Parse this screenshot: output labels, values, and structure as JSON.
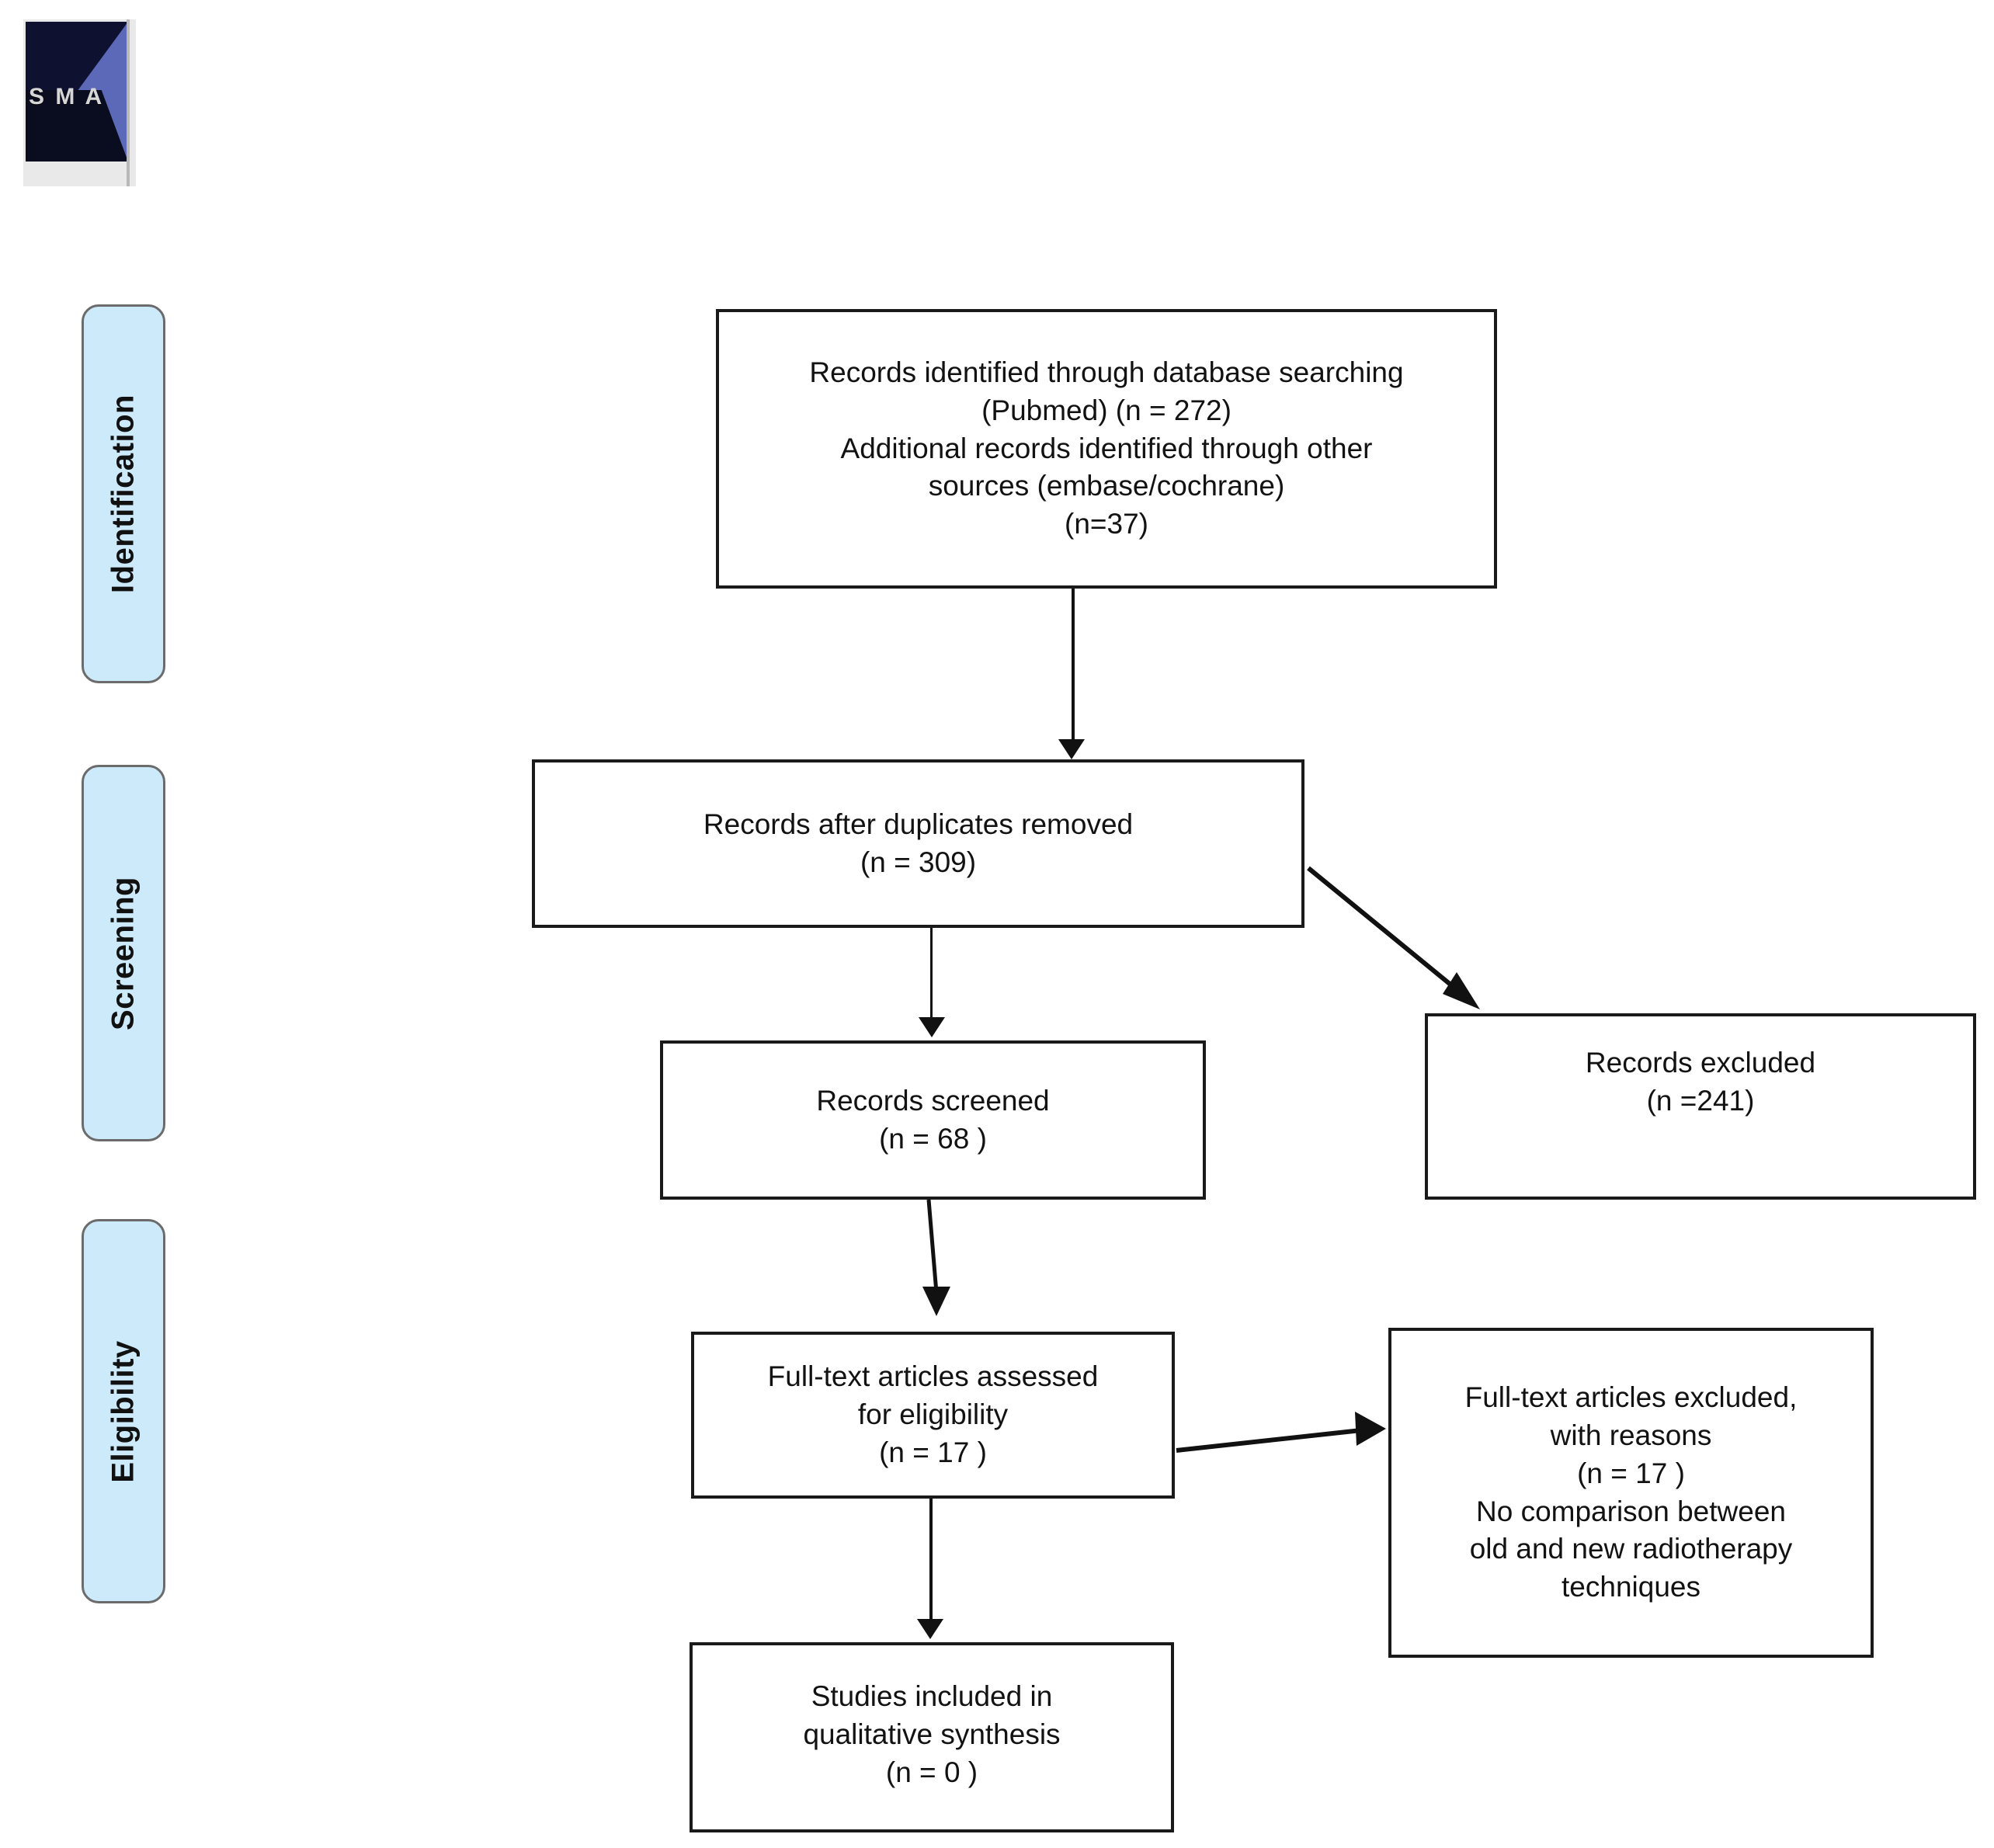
{
  "logo": {
    "name": "prisma-logo",
    "visible_text": "S M A"
  },
  "stages": [
    {
      "id": "identification",
      "label": "Identification"
    },
    {
      "id": "screening",
      "label": "Screening"
    },
    {
      "id": "eligibility",
      "label": "Eligibility"
    }
  ],
  "boxes": {
    "identified": {
      "id": "records-identified",
      "lines": [
        "Records identified through database searching",
        "(Pubmed)  (n =  272)",
        "Additional records identified through other",
        "sources (embase/cochrane)",
        "(n=37)"
      ]
    },
    "duplicates_removed": {
      "id": "records-after-duplicates-removed",
      "lines": [
        "Records after duplicates removed",
        "(n = 309)"
      ]
    },
    "screened": {
      "id": "records-screened",
      "lines": [
        "Records screened",
        "(n = 68 )"
      ]
    },
    "records_excluded": {
      "id": "records-excluded",
      "lines": [
        "Records excluded",
        "(n =241)"
      ]
    },
    "fulltext_assessed": {
      "id": "full-text-articles-assessed",
      "lines": [
        "Full-text articles assessed",
        "for eligibility",
        "(n = 17 )"
      ]
    },
    "fulltext_excluded": {
      "id": "full-text-articles-excluded",
      "lines": [
        "Full-text articles excluded,",
        "with reasons",
        "(n =  17 )",
        "No comparison between",
        "old and new radiotherapy",
        "techniques"
      ]
    },
    "included": {
      "id": "studies-included",
      "lines": [
        "Studies included in",
        "qualitative synthesis",
        "(n = 0   )"
      ]
    }
  },
  "connectors": [
    {
      "id": "identified-to-duplicates",
      "kind": "vertical-arrow-down"
    },
    {
      "id": "duplicates-to-screened",
      "kind": "vertical-arrow-down"
    },
    {
      "id": "duplicates-to-excluded",
      "kind": "diagonal-arrow-down-right"
    },
    {
      "id": "screened-to-fulltext",
      "kind": "vertical-arrow-down"
    },
    {
      "id": "fulltext-to-excluded",
      "kind": "horizontal-arrow-right"
    },
    {
      "id": "fulltext-to-included",
      "kind": "vertical-arrow-down"
    }
  ],
  "colors": {
    "stage_fill": "#cdeafb",
    "stage_border": "#6b6b6b",
    "box_border": "#1a1a1a",
    "text": "#121212",
    "background": "#ffffff"
  },
  "chart_data": {
    "type": "diagram",
    "title": "PRISMA study selection flow diagram",
    "nodes": [
      {
        "id": "records-identified",
        "stage": "Identification",
        "label": "Records identified through database searching (Pubmed)",
        "n": 272
      },
      {
        "id": "records-identified-other",
        "stage": "Identification",
        "label": "Additional records identified through other sources (embase/cochrane)",
        "n": 37
      },
      {
        "id": "records-after-duplicates-removed",
        "stage": "Screening",
        "label": "Records after duplicates removed",
        "n": 309
      },
      {
        "id": "records-screened",
        "stage": "Screening",
        "label": "Records screened",
        "n": 68
      },
      {
        "id": "records-excluded",
        "stage": "Screening",
        "label": "Records excluded",
        "n": 241
      },
      {
        "id": "full-text-articles-assessed",
        "stage": "Eligibility",
        "label": "Full-text articles assessed for eligibility",
        "n": 17
      },
      {
        "id": "full-text-articles-excluded",
        "stage": "Eligibility",
        "label": "Full-text articles excluded, with reasons — No comparison between old and new radiotherapy techniques",
        "n": 17
      },
      {
        "id": "studies-included",
        "stage": "Included",
        "label": "Studies included in qualitative synthesis",
        "n": 0
      }
    ],
    "edges": [
      {
        "from": "records-identified",
        "to": "records-after-duplicates-removed"
      },
      {
        "from": "records-after-duplicates-removed",
        "to": "records-screened"
      },
      {
        "from": "records-after-duplicates-removed",
        "to": "records-excluded"
      },
      {
        "from": "records-screened",
        "to": "full-text-articles-assessed"
      },
      {
        "from": "full-text-articles-assessed",
        "to": "full-text-articles-excluded"
      },
      {
        "from": "full-text-articles-assessed",
        "to": "studies-included"
      }
    ]
  }
}
